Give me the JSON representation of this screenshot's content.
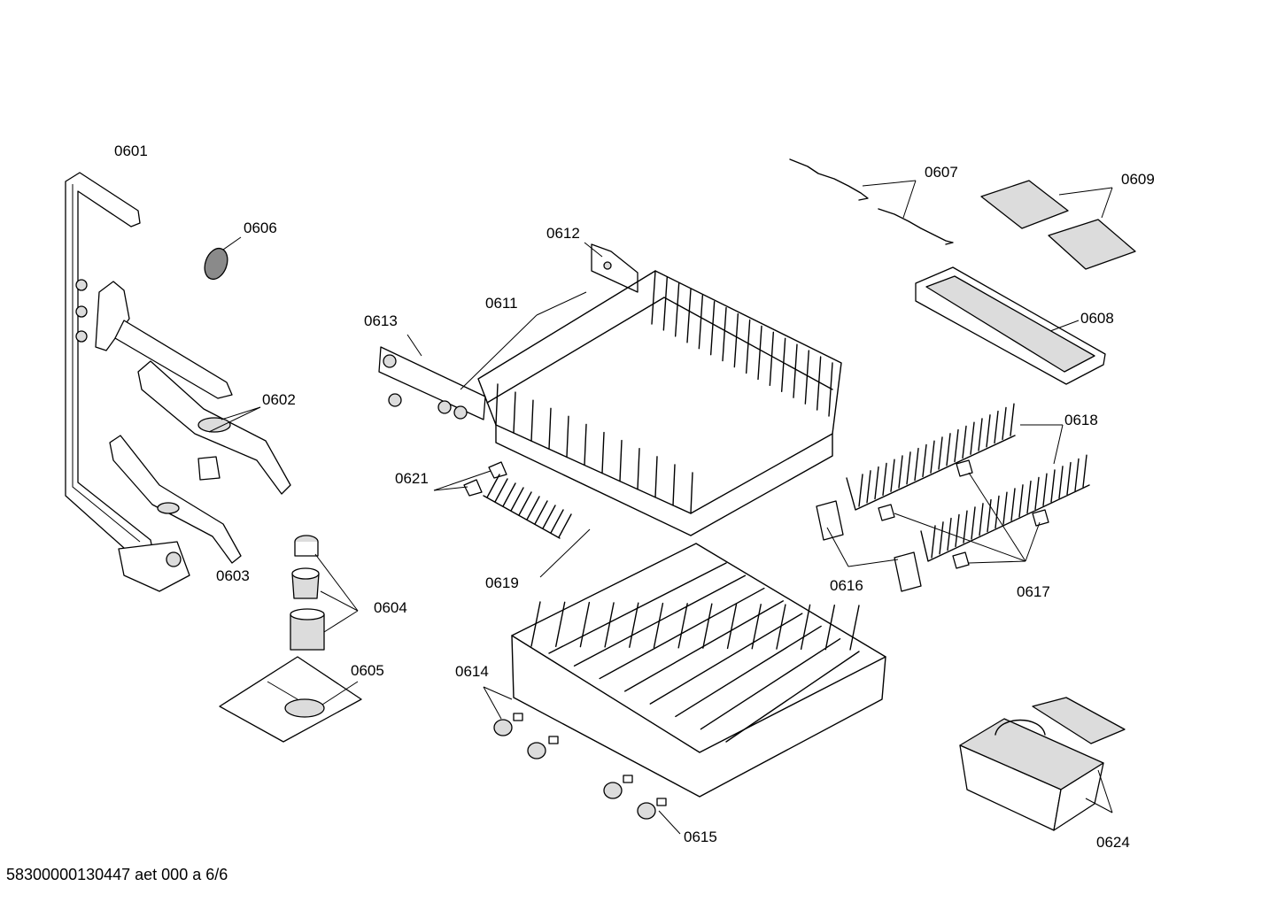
{
  "labels": {
    "p0601": "0601",
    "p0602": "0602",
    "p0603": "0603",
    "p0604": "0604",
    "p0605": "0605",
    "p0606": "0606",
    "p0607": "0607",
    "p0608": "0608",
    "p0609": "0609",
    "p0611": "0611",
    "p0612": "0612",
    "p0613": "0613",
    "p0614": "0614",
    "p0615": "0615",
    "p0616": "0616",
    "p0617": "0617",
    "p0618": "0618",
    "p0619": "0619",
    "p0621": "0621",
    "p0624": "0624"
  },
  "footer": "58300000130447 aet 000 a 6/6"
}
